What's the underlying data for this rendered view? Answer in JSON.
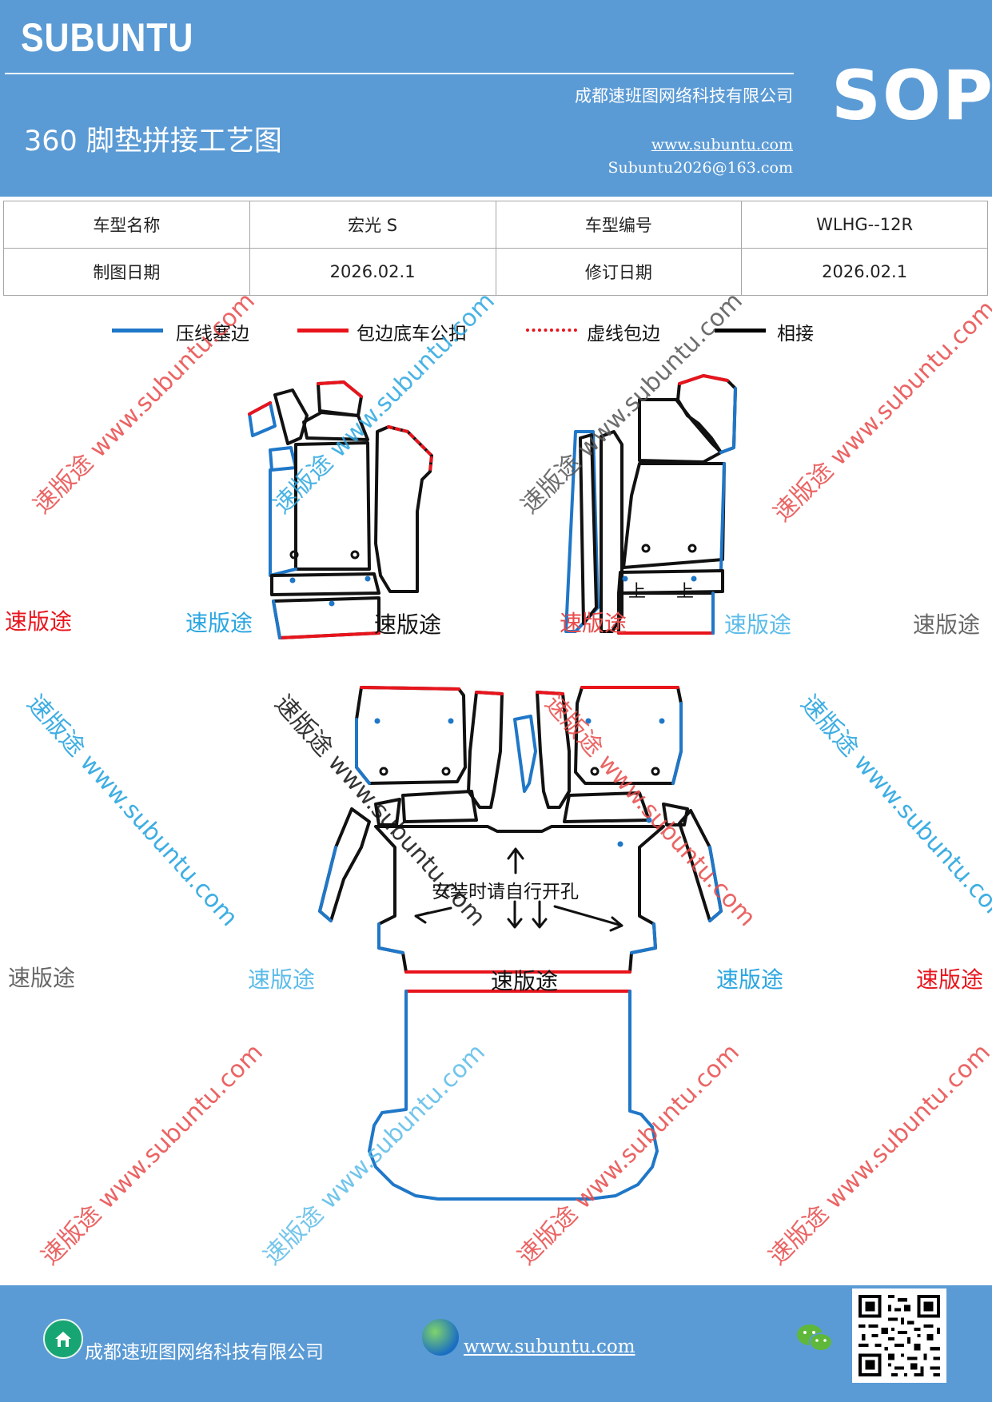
{
  "header": {
    "brand": "SUBUNTU",
    "doc_code": "SOP",
    "company": "成都速班图网络科技有限公司",
    "title": "360 脚垫拼接工艺图",
    "website": "www.subuntu.com",
    "email": "Subuntu2026@163.com"
  },
  "info_table": {
    "rows": [
      [
        "车型名称",
        "宏光 S",
        "车型编号",
        "WLHG--12R"
      ],
      [
        "制图日期",
        "2026.02.1",
        "修订日期",
        "2026.02.1"
      ]
    ]
  },
  "legend": [
    {
      "label": "压线塞边",
      "color": "#1f77c8",
      "style": "solid"
    },
    {
      "label": "包边底车公扣",
      "color": "#e8141c",
      "style": "solid"
    },
    {
      "label": "虚线包边",
      "color": "#e8141c",
      "style": "dotted"
    },
    {
      "label": "相接",
      "color": "#000000",
      "style": "solid"
    }
  ],
  "diagram": {
    "note": "安装时请自行开孔",
    "marks": [
      "上",
      "上"
    ]
  },
  "watermarks": {
    "brand_cn": "速版途",
    "url": "www.subuntu.com"
  },
  "footer": {
    "company": "成都速班图网络科技有限公司",
    "website": "www.subuntu.com"
  },
  "colors": {
    "header_bg": "#5b9bd5",
    "blue_line": "#1f77c8",
    "red_line": "#e8141c",
    "watermark_red": "#e84a4a",
    "watermark_blue": "#2aa6e0",
    "watermark_gray": "#666666"
  },
  "icons": [
    "home-icon",
    "globe-icon",
    "wechat-icon",
    "qr-code"
  ]
}
